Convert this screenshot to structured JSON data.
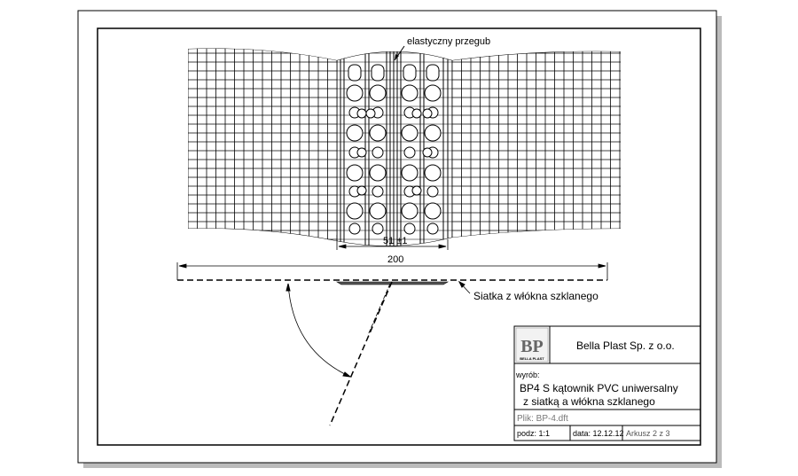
{
  "drawing": {
    "annotation_joint": "elastyczny przegub",
    "dim_strip": "51 ±1",
    "dim_total": "200",
    "annotation_mesh": "Siatka z włókna szklanego"
  },
  "title_block": {
    "logo_letters": "BP",
    "logo_caption": "BELLA PLAST",
    "company": "Bella Plast Sp. z o.o.",
    "product_label": "wyrób:",
    "product_line1": "BP4 S kątownik PVC uniwersalny",
    "product_line2": "z siatką a włókna szklanego",
    "file": "Plik: BP-4.dft",
    "scale": "podz: 1:1",
    "date": "data: 12.12.12",
    "sheet": "Arkusz 2 z 3"
  }
}
